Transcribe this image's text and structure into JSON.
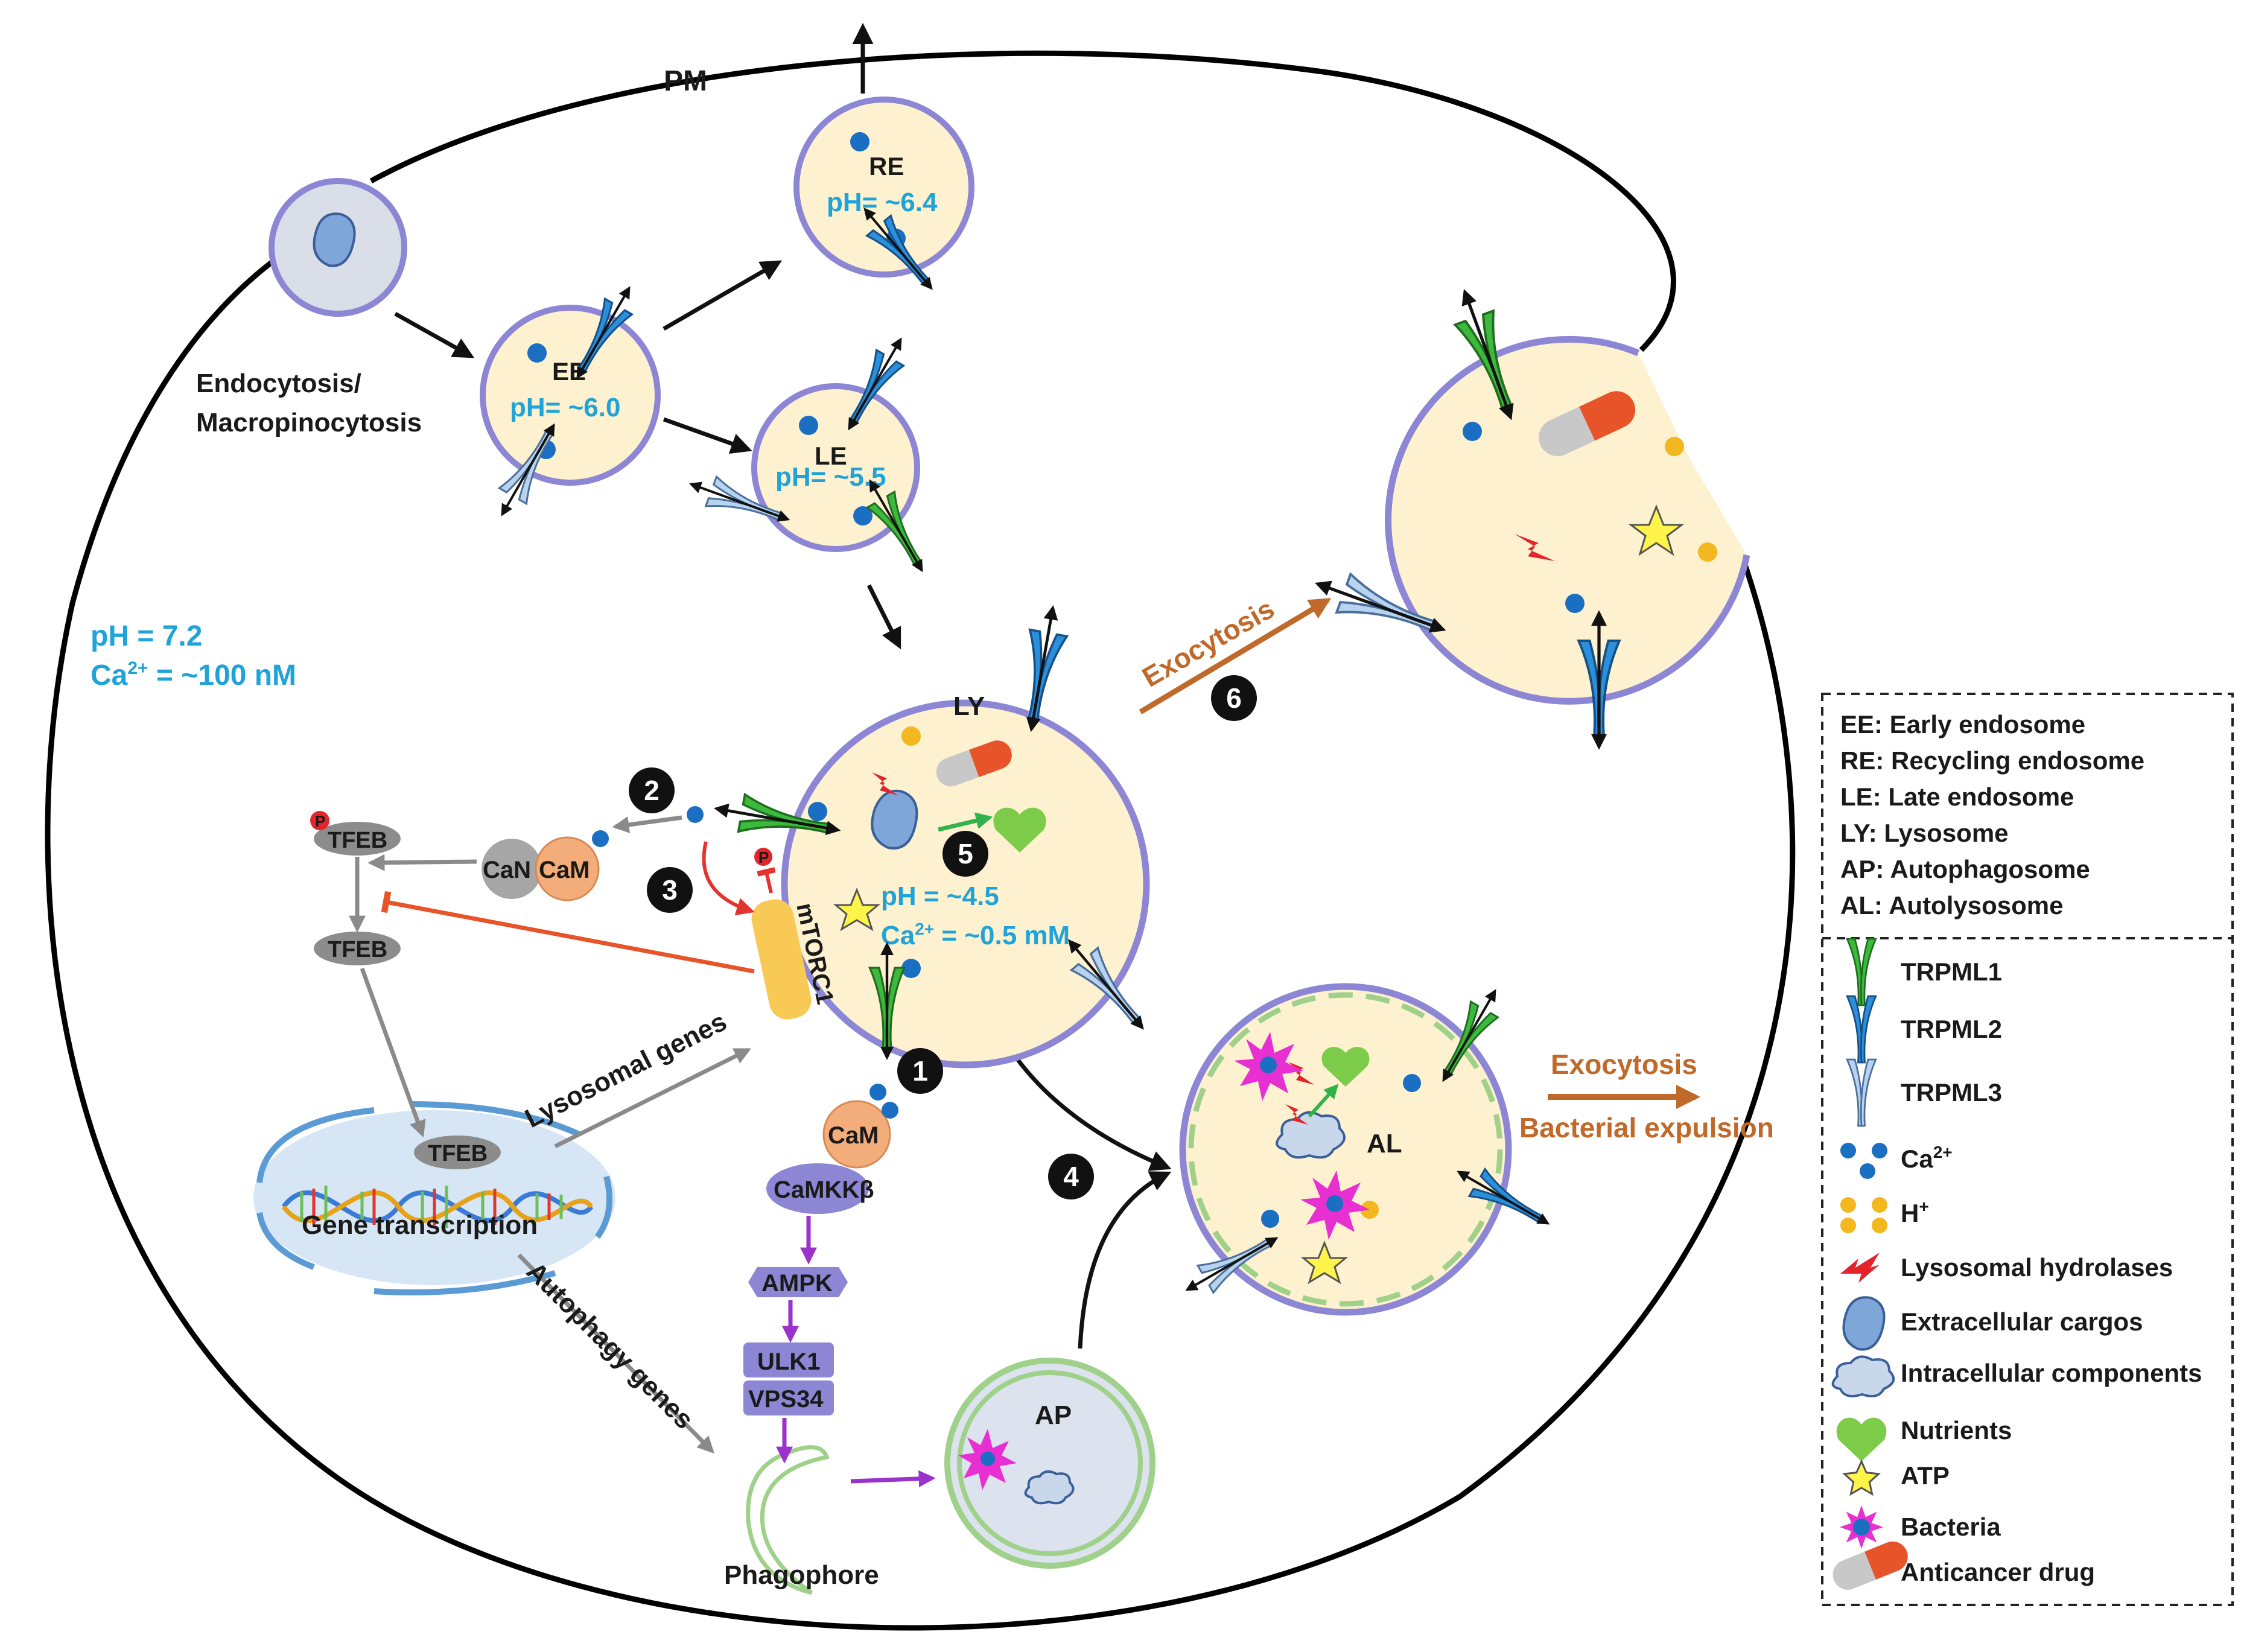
{
  "labels": {
    "pm": "PM",
    "endocytosis_line1": "Endocytosis/",
    "endocytosis_line2": "Macropinocytosis",
    "ee": "EE",
    "ee_ph": "pH= ~6.0",
    "re": "RE",
    "re_ph": "pH= ~6.4",
    "le": "LE",
    "le_ph": "pH= ~5.5",
    "cyto_ph": "pH = 7.2",
    "cyto_ca_prefix": "Ca",
    "cyto_ca_sup": "2+",
    "cyto_ca_value": " = ~100 nM",
    "ly": "LY",
    "ly_ph": "pH = ~4.5",
    "ly_ca_prefix": "Ca",
    "ly_ca_sup": "2+",
    "ly_ca_value": " = ~0.5 mM",
    "exocytosis": "Exocytosis",
    "exocytosis_right": "Exocytosis",
    "bacterial_expulsion": "Bacterial expulsion",
    "al": "AL",
    "ap": "AP",
    "tfeb_p": "TFEB",
    "tfeb": "TFEB",
    "tfeb_nuc": "TFEB",
    "can": "CaN",
    "cam_left": "CaM",
    "cam_bottom": "CaM",
    "camkkb": "CaMKKβ",
    "ampk": "AMPK",
    "ulk1": "ULK1",
    "vps34": "VPS34",
    "mtorc1": "mTORC1",
    "p_mark": "P",
    "gene_transcription": "Gene transcription",
    "lysosomal_genes": "Lysosomal genes",
    "autophagy_genes": "Autophagy genes",
    "phagophore": "Phagophore"
  },
  "steps": [
    "1",
    "2",
    "3",
    "4",
    "5",
    "6"
  ],
  "abbreviations": [
    "EE: Early endosome",
    "RE: Recycling endosome",
    "LE: Late endosome",
    "LY: Lysosome",
    "AP: Autophagosome",
    "AL: Autolysosome"
  ],
  "legend": [
    {
      "icon": "trpml1-icon",
      "label": "TRPML1"
    },
    {
      "icon": "trpml2-icon",
      "label": "TRPML2"
    },
    {
      "icon": "trpml3-icon",
      "label": "TRPML3"
    },
    {
      "icon": "calcium-icon",
      "label": "Ca",
      "sup": "2+"
    },
    {
      "icon": "proton-icon",
      "label": "H",
      "sup": "+"
    },
    {
      "icon": "hydrolase-icon",
      "label": "Lysosomal hydrolases"
    },
    {
      "icon": "extracellular-cargo-icon",
      "label": "Extracellular cargos"
    },
    {
      "icon": "intracellular-component-icon",
      "label": "Intracellular components"
    },
    {
      "icon": "nutrient-icon",
      "label": "Nutrients"
    },
    {
      "icon": "atp-icon",
      "label": "ATP"
    },
    {
      "icon": "bacteria-icon",
      "label": "Bacteria"
    },
    {
      "icon": "anticancer-drug-icon",
      "label": "Anticancer drug"
    }
  ],
  "colors": {
    "trpml1": "#3dba3d",
    "trpml2": "#2b8fd9",
    "trpml3": "#b8d3ef",
    "calcium": "#1a6fc2",
    "proton": "#f3b81f",
    "vesicle_fill": "#fdf1cf",
    "vesicle_border": "#8c86d4",
    "orange_text": "#c0692a",
    "blue_text": "#1fa3d8",
    "purple_path": "#9933cc"
  }
}
